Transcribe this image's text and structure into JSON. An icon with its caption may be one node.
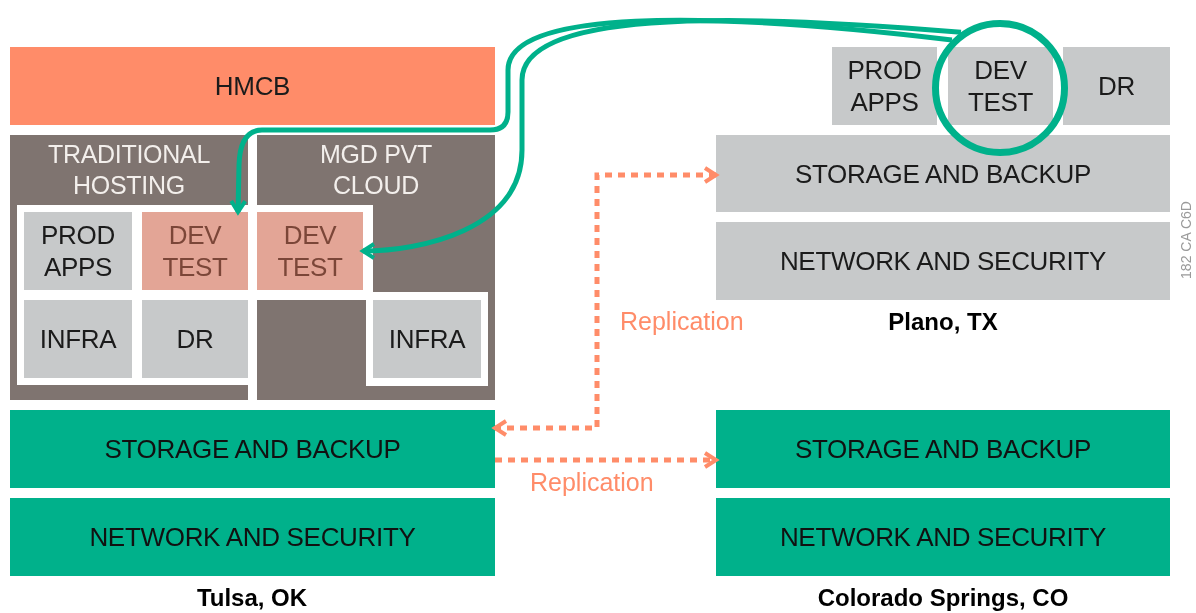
{
  "diagram": {
    "nodes": [
      {
        "text": [
          "HMCB"
        ]
      },
      {
        "text": [
          "TRADITIONAL HOSTING"
        ]
      },
      {
        "text": [
          "MGD PVT CLOUD"
        ]
      },
      {
        "text": [
          "PROD APPS"
        ],
        "in": 1
      },
      {
        "text": [
          "DEV TEST"
        ],
        "in": 1
      },
      {
        "text": [
          "DEV TEST"
        ],
        "in": 2
      },
      {
        "text": [
          "INFRA"
        ],
        "in": 1
      },
      {
        "text": [
          "DR"
        ],
        "in": 1
      },
      {
        "text": [
          "INFRA"
        ],
        "in": 2
      },
      {
        "text": [
          "STORAGE AND BACKUP"
        ]
      },
      {
        "text": [
          "NETWORK AND SECURITY"
        ]
      },
      {
        "text": [
          "PROD APPS"
        ]
      },
      {
        "text": [],
        "shape": "circle"
      },
      {
        "text": [
          "DEV TEST"
        ],
        "in": 12
      },
      {
        "text": [
          "DR"
        ]
      },
      {
        "text": [
          "STORAGE AND BACKUP"
        ]
      },
      {
        "text": [
          "NETWORK AND SECURITY"
        ]
      },
      {
        "text": [
          "STORAGE AND BACKUP"
        ]
      },
      {
        "text": [
          "NETWORK AND SECURITY"
        ]
      }
    ],
    "edges": [
      {
        "from": 12,
        "to": 4,
        "arrow": "to",
        "color": "#00b18b"
      },
      {
        "from": 12,
        "to": 5,
        "arrow": "to",
        "color": "#00b18b"
      },
      {
        "from": 15,
        "to": 9,
        "arrow": "both",
        "label": "Replication",
        "style": "dashed",
        "color": "#ff8c69"
      },
      {
        "from": 9,
        "to": 17,
        "arrow": "to",
        "label": "Replication",
        "style": "dashed",
        "color": "#ff8c69"
      }
    ],
    "labels": [
      "182 CA C6D",
      "Plano, TX",
      "Tulsa, OK",
      "Colorado Springs, CO"
    ]
  }
}
